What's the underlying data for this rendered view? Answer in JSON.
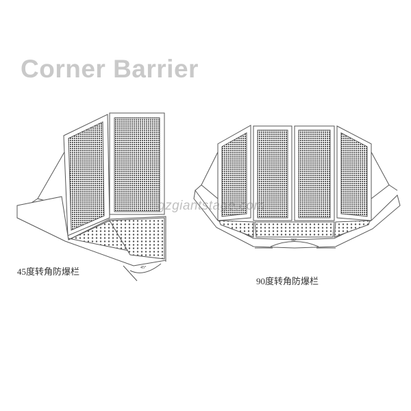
{
  "title": "Corner Barrier",
  "watermark": "gzgiantstage.com",
  "captions": {
    "left": "45度转角防爆栏",
    "right": "90度转角防爆栏"
  },
  "angle_labels": {
    "left": "45°",
    "right": "90°"
  },
  "colors": {
    "title": "#c9c9c9",
    "line": "#555555",
    "mesh": "#444444"
  }
}
